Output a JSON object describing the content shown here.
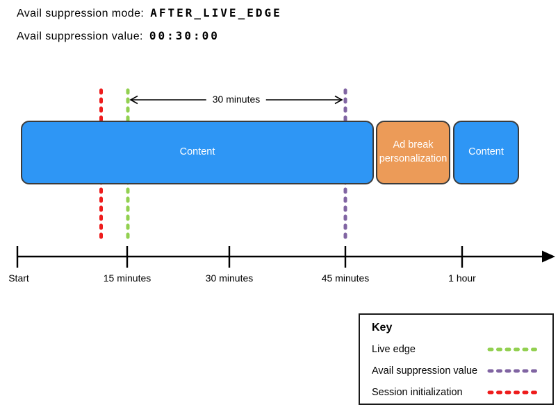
{
  "header": {
    "mode_label": "Avail suppression mode:",
    "mode_value": "AFTER_LIVE_EDGE",
    "value_label": "Avail suppression value:",
    "value_value": "00:30:00"
  },
  "measurement": {
    "label": "30 minutes"
  },
  "blocks": [
    {
      "label": "Content",
      "color": "#2e96f5"
    },
    {
      "label": "Ad break personalization",
      "color": "#ec9b58"
    },
    {
      "label": "Content",
      "color": "#2e96f5"
    }
  ],
  "timeline": {
    "tick_labels": [
      "Start",
      "15 minutes",
      "30 minutes",
      "45 minutes",
      "1 hour"
    ]
  },
  "key": {
    "title": "Key",
    "entries": [
      {
        "label": "Live edge",
        "color": "#92d050"
      },
      {
        "label": "Avail suppression value",
        "color": "#8064a2"
      },
      {
        "label": "Session initialization",
        "color": "#ee1c1c"
      }
    ]
  }
}
